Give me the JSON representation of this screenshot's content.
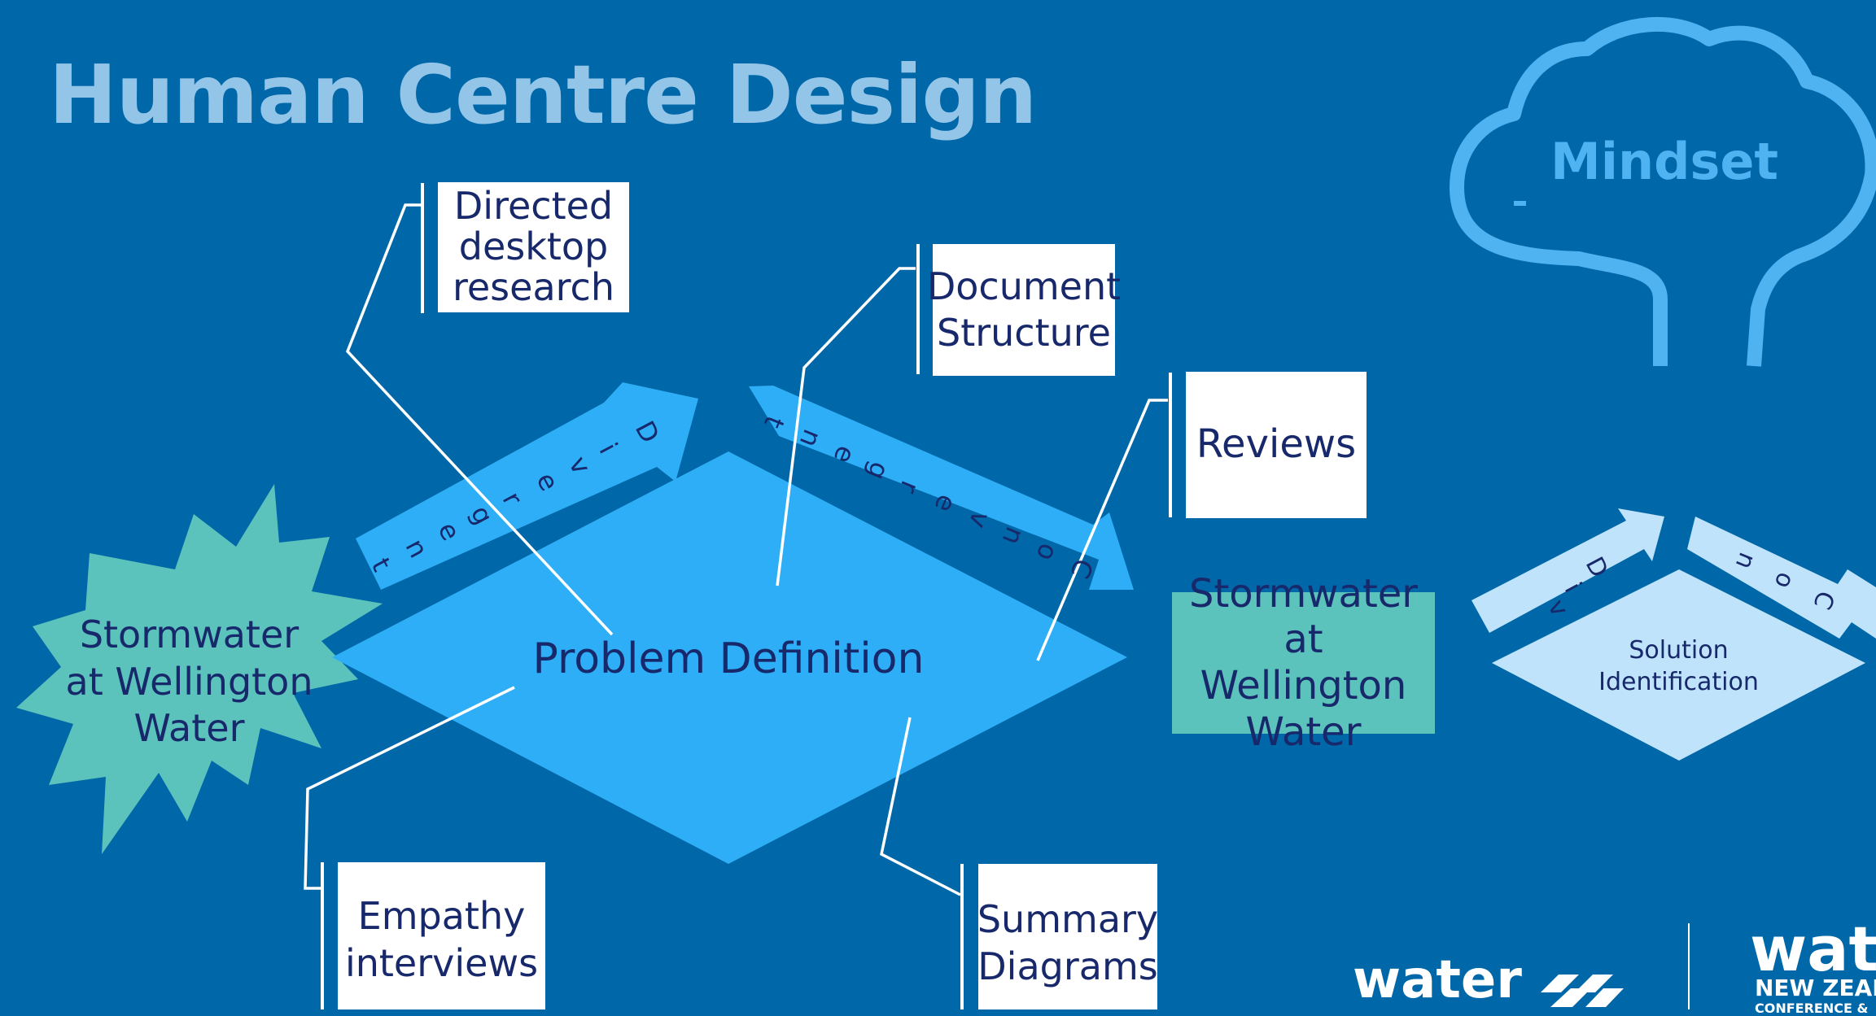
{
  "title": "Human Centre Design",
  "mindset": "Mindset",
  "start": "Stormwater\nat Wellington\nWater",
  "center": "Problem Definition",
  "arrows": {
    "diverge": "Divergent",
    "converge": "Convergent",
    "small_diverge": "Div",
    "small_converge": "Con"
  },
  "callouts": {
    "directed": "Directed\ndesktop\nresearch",
    "document": "Document\nStructure",
    "reviews": "Reviews",
    "empathy": "Empathy\ninterviews",
    "summary": "Summary\nDiagrams"
  },
  "outcome": "Stormwater at\nWellington\nWater",
  "solution": "Solution\nIdentification",
  "logos": {
    "water1": "water",
    "water2": "wate",
    "sub": "NEW ZEALA",
    "sub2": "CONFERENCE &"
  },
  "colors": {
    "background": "#0067a8",
    "diamond": "#2eaef6",
    "arrow": "#2eaef6",
    "teal": "#5cc2bc",
    "light": "#bfe3fb",
    "text": "#17286b",
    "title": "#92c5e8"
  }
}
